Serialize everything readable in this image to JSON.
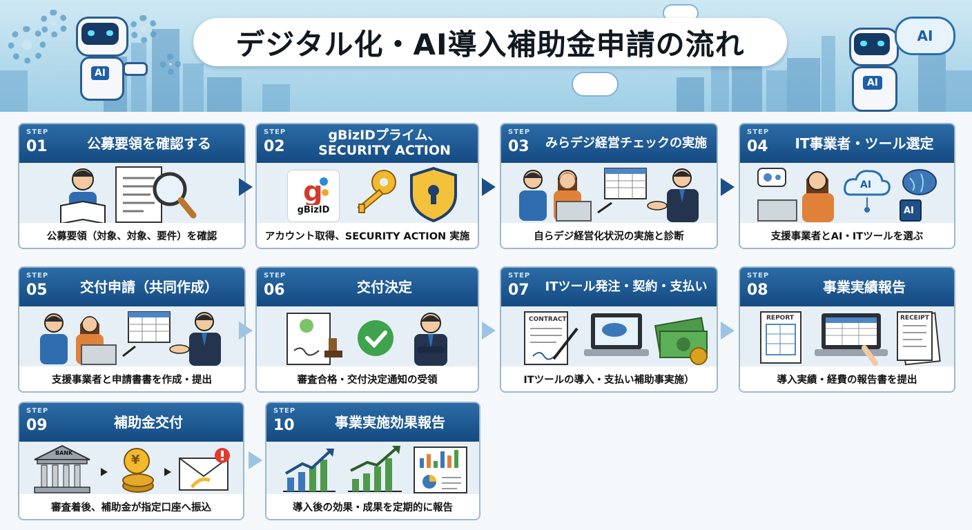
{
  "title": "デジタル化・AI導入補助金申請の流れ",
  "robot_badge": "AI",
  "cloud_badge": "AI",
  "step_label": "STEP",
  "steps": [
    {
      "num": "01",
      "title": "公募要領を確認する",
      "caption": "公募要領（対象、対象、要件）を確認",
      "icons": [
        "applicant-reading-icon",
        "document-icon",
        "magnifier-icon"
      ]
    },
    {
      "num": "02",
      "title": "gBizIDプライム、SECURITY ACTION",
      "caption": "アカウント取得、SECURITY ACTION 実施",
      "logo_text": "gBizID",
      "icons": [
        "gbizid-logo",
        "key-icon",
        "security-shield-icon"
      ]
    },
    {
      "num": "03",
      "title": "みらデジ経営チェックの実施",
      "caption": "自らデジ経営化状況の実施と診断",
      "icons": [
        "consultation-people-icon",
        "spreadsheet-icon",
        "consultant-icon"
      ]
    },
    {
      "num": "04",
      "title": "IT事業者・ツール選定",
      "caption": "支援事業者とAI・ITツールを選ぶ",
      "ai_label": "AI",
      "icons": [
        "gear-bubble-icon",
        "vendor-person-icon",
        "ai-cloud-icon",
        "brain-icon",
        "ai-chip-icon"
      ]
    },
    {
      "num": "05",
      "title": "交付申請（共同作成）",
      "caption": "支援事業者と申請書書を作成・提出",
      "icons": [
        "applicants-with-laptop-icon",
        "spreadsheet-icon",
        "consultant-icon"
      ]
    },
    {
      "num": "06",
      "title": "交付決定",
      "caption": "審査合格・交付決定通知の受領",
      "icons": [
        "approved-document-stamp-icon",
        "checkmark-icon",
        "businessman-icon"
      ]
    },
    {
      "num": "07",
      "title": "ITツール発注・契約・支払い",
      "caption": "ITツールの導入・支払い補助事実施）",
      "contract_label": "CONTRACT",
      "icons": [
        "contract-icon",
        "laptop-cloud-icon",
        "money-icon"
      ]
    },
    {
      "num": "08",
      "title": "事業実績報告",
      "caption": "導入実績・経費の報告書を提出",
      "report_label": "REPORT",
      "receipt_label": "RECEIPT",
      "icons": [
        "report-icon",
        "laptop-spreadsheet-icon",
        "receipt-icon"
      ]
    },
    {
      "num": "09",
      "title": "補助金交付",
      "caption": "審査着後、補助金が指定口座へ振込",
      "bank_label": "BANK",
      "coin_symbol": "¥",
      "icons": [
        "bank-icon",
        "yen-coins-icon",
        "mail-notification-icon"
      ]
    },
    {
      "num": "10",
      "title": "事業実施効果報告",
      "caption": "導入後の効果・成果を定期的に報告",
      "icons": [
        "growth-chart-icon",
        "growth-chart-icon",
        "dashboard-chart-icon"
      ]
    }
  ]
}
